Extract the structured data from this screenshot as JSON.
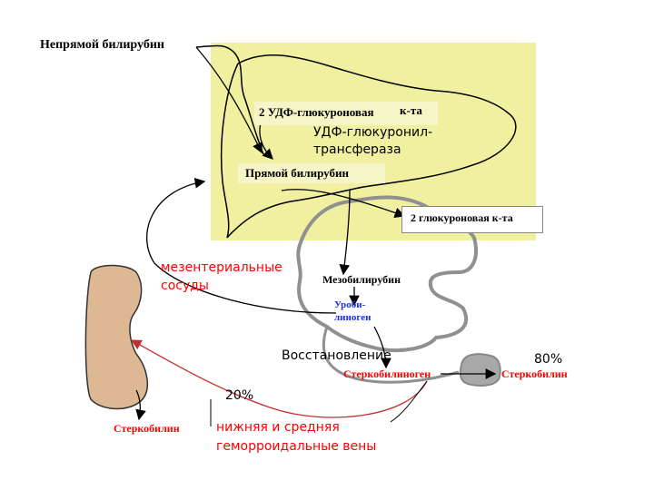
{
  "labels": {
    "indirect_bilirubin": "Непрямой билирубин",
    "udp_glucuronic_acid_a": "2 УДФ-глюкуроновая",
    "udp_glucuronic_acid_b": "к-та",
    "transferase_line1": "УДФ-глюкуронил-",
    "transferase_line2": "трансфераза",
    "direct_bilirubin": "Прямой билирубин",
    "glucuronic_acid": "2 глюкуроновая к-та",
    "mesenteric_line1": "мезентериальные",
    "mesenteric_line2": "сосуды",
    "mesobilirubin": "Мезобилирубин",
    "urobilinogen_line1": "Уроби-",
    "urobilinogen_line2": "линоген",
    "reduction": "Восстановление",
    "percent_80": "80%",
    "stercobilinogen": "Стеркобилиноген",
    "stercobilin_right": "Стеркобилин",
    "percent_20": "20%",
    "stercobilin_left": "Стеркобилин",
    "veins_line1": "нижняя и средняя",
    "veins_line2": "геморроидальные вены"
  },
  "colors": {
    "liver_fill": "#f0f0a0",
    "label_box_fill": "#f5f5c8",
    "kidney_fill": "#deb892",
    "stercobilin_blob": "#a8a8a8",
    "intestine_stroke": "#909090",
    "red_text": "#ff0000",
    "blue_text": "#1a33cc",
    "red_line": "#c03030"
  }
}
